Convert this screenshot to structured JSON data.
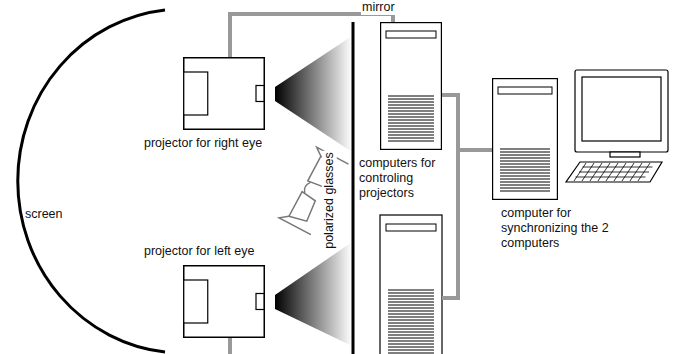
{
  "diagram": {
    "nodes": [
      {
        "text": [
          "projector for right eye"
        ]
      },
      {
        "text": [
          "projector for left eye"
        ]
      },
      {
        "text": [
          "computers for controling projectors"
        ]
      },
      {
        "text": [
          "computer for synchronizing the 2 computers"
        ]
      }
    ],
    "edges": [
      {
        "from": 0,
        "to": 2,
        "arrow": "none"
      },
      {
        "from": 2,
        "to": 3,
        "arrow": "none"
      }
    ],
    "labels": [
      "screen",
      "mirror",
      "polarized glasses"
    ]
  }
}
